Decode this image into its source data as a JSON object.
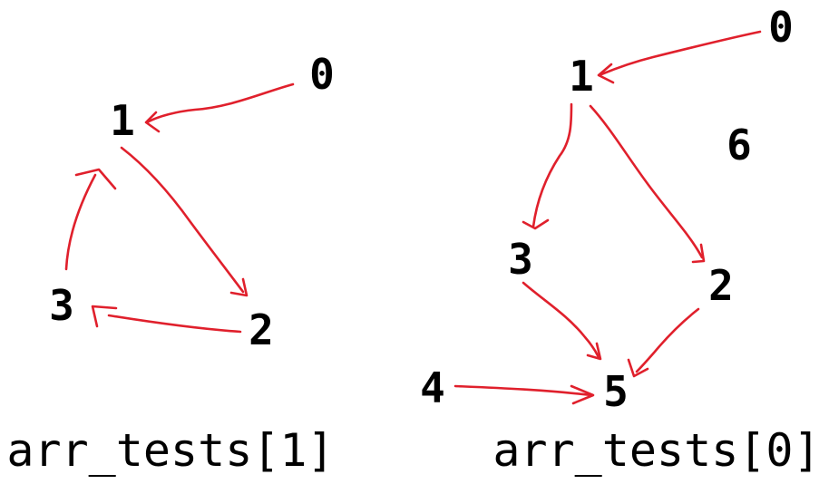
{
  "colors": {
    "edge": "#e0202c",
    "label": "#000000",
    "background": "#ffffff"
  },
  "graphs": [
    {
      "caption": "arr_tests[1]",
      "nodes": [
        {
          "id": "0",
          "label": "0"
        },
        {
          "id": "1",
          "label": "1"
        },
        {
          "id": "2",
          "label": "2"
        },
        {
          "id": "3",
          "label": "3"
        }
      ],
      "edges": [
        {
          "from": "0",
          "to": "1"
        },
        {
          "from": "1",
          "to": "2"
        },
        {
          "from": "2",
          "to": "3"
        },
        {
          "from": "3",
          "to": "1"
        }
      ]
    },
    {
      "caption": "arr_tests[0]",
      "nodes": [
        {
          "id": "0",
          "label": "0"
        },
        {
          "id": "1",
          "label": "1"
        },
        {
          "id": "2",
          "label": "2"
        },
        {
          "id": "3",
          "label": "3"
        },
        {
          "id": "4",
          "label": "4"
        },
        {
          "id": "5",
          "label": "5"
        },
        {
          "id": "6",
          "label": "6"
        }
      ],
      "edges": [
        {
          "from": "0",
          "to": "1"
        },
        {
          "from": "1",
          "to": "3"
        },
        {
          "from": "1",
          "to": "2"
        },
        {
          "from": "3",
          "to": "5"
        },
        {
          "from": "2",
          "to": "5"
        },
        {
          "from": "4",
          "to": "5"
        }
      ]
    }
  ]
}
